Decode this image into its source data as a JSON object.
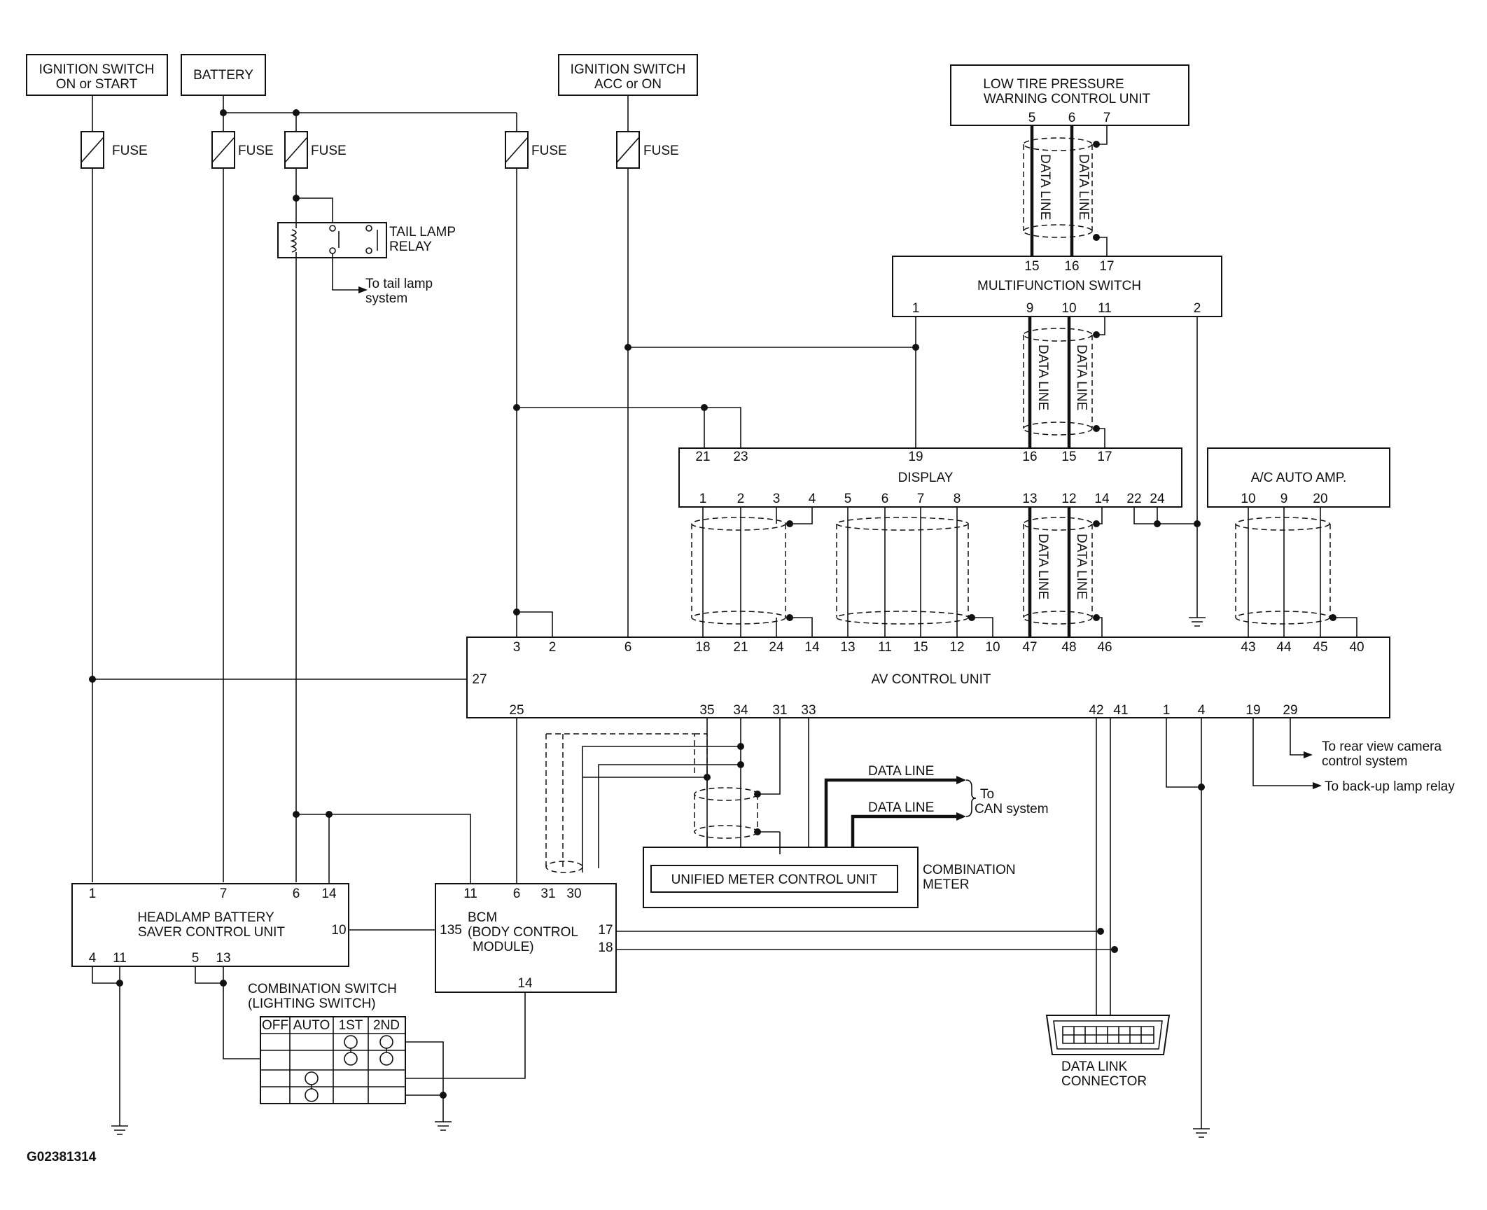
{
  "diagram_id": "G02381314",
  "top_sources": {
    "ignition_on_start": [
      "IGNITION SWITCH",
      "ON or START"
    ],
    "battery": "BATTERY",
    "ignition_acc_on": [
      "IGNITION SWITCH",
      "ACC or ON"
    ]
  },
  "fuse_label": "FUSE",
  "tail_lamp_relay": [
    "TAIL LAMP",
    "RELAY"
  ],
  "to_tail_lamp": [
    "To tail lamp",
    "system"
  ],
  "low_tire": {
    "name": [
      "LOW TIRE PRESSURE",
      "WARNING CONTROL UNIT"
    ],
    "pins": [
      "5",
      "6",
      "7"
    ]
  },
  "data_line": "DATA LINE",
  "multifunction_switch": {
    "name": "MULTIFUNCTION SWITCH",
    "top_pins": [
      "15",
      "16",
      "17"
    ],
    "bottom_pins": [
      "1",
      "9",
      "10",
      "11",
      "2"
    ]
  },
  "display": {
    "name": "DISPLAY",
    "top_pins": [
      "21",
      "23",
      "19",
      "16",
      "15",
      "17"
    ],
    "bottom_pins": [
      "1",
      "2",
      "3",
      "4",
      "5",
      "6",
      "7",
      "8",
      "13",
      "12",
      "14",
      "22",
      "24"
    ]
  },
  "ac_auto_amp": {
    "name": "A/C AUTO AMP.",
    "pins": [
      "10",
      "9",
      "20"
    ]
  },
  "av_control_unit": {
    "name": "AV CONTROL UNIT",
    "top_pins": [
      "3",
      "2",
      "6",
      "18",
      "21",
      "24",
      "14",
      "13",
      "11",
      "15",
      "12",
      "10",
      "47",
      "48",
      "46",
      "43",
      "44",
      "45",
      "40"
    ],
    "left_pin": "27",
    "bottom_pins": [
      "25",
      "35",
      "34",
      "31",
      "33",
      "42",
      "41",
      "1",
      "4",
      "19",
      "29"
    ]
  },
  "to_rear_view_camera": [
    "To rear view camera",
    "control system"
  ],
  "to_backup_lamp": "To back-up lamp relay",
  "to_can": [
    "To",
    "CAN system"
  ],
  "combination_meter": {
    "name": [
      "COMBINATION",
      "METER"
    ],
    "inner": "UNIFIED METER CONTROL UNIT"
  },
  "headlamp_saver": {
    "name": [
      "HEADLAMP BATTERY",
      "SAVER CONTROL UNIT"
    ],
    "top_pins": [
      "1",
      "7",
      "6",
      "14"
    ],
    "right_pin": "10",
    "bottom_pins": [
      "4",
      "11",
      "5",
      "13"
    ]
  },
  "bcm": {
    "name": [
      "BCM",
      "(BODY CONTROL",
      "MODULE)"
    ],
    "top_pins": [
      "11",
      "6",
      "31",
      "30"
    ],
    "left_pin": "135",
    "right_pins": [
      "17",
      "18"
    ],
    "bottom_pin": "14"
  },
  "combination_switch": {
    "name": [
      "COMBINATION SWITCH",
      "(LIGHTING SWITCH)"
    ],
    "positions": [
      "OFF",
      "AUTO",
      "1ST",
      "2ND"
    ]
  },
  "data_link_connector": [
    "DATA LINK",
    "CONNECTOR"
  ]
}
